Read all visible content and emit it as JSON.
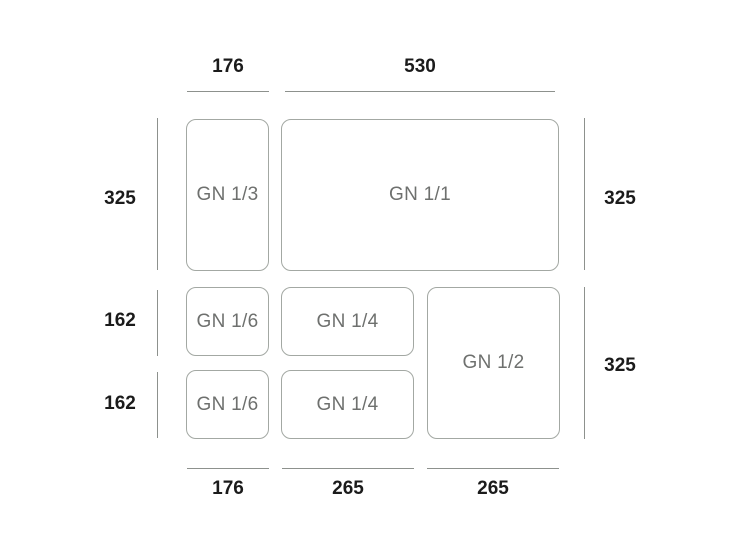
{
  "top_dims": {
    "left": "176",
    "right": "530"
  },
  "bottom_dims": {
    "left": "176",
    "middle": "265",
    "right": "265"
  },
  "left_dims": {
    "top": "325",
    "middle": "162",
    "bottom": "162"
  },
  "right_dims": {
    "top": "325",
    "bottom": "325"
  },
  "pans": {
    "gn13": "GN 1/3",
    "gn11": "GN 1/1",
    "gn16_top": "GN 1/6",
    "gn16_bottom": "GN 1/6",
    "gn14_top": "GN 1/4",
    "gn14_bottom": "GN 1/4",
    "gn12": "GN 1/2"
  },
  "colors": {
    "pan_border": "#a3a8a3",
    "dimension_line": "#8d918d",
    "pan_text": "#6e706e",
    "dimension_text": "#1b1b1b"
  }
}
